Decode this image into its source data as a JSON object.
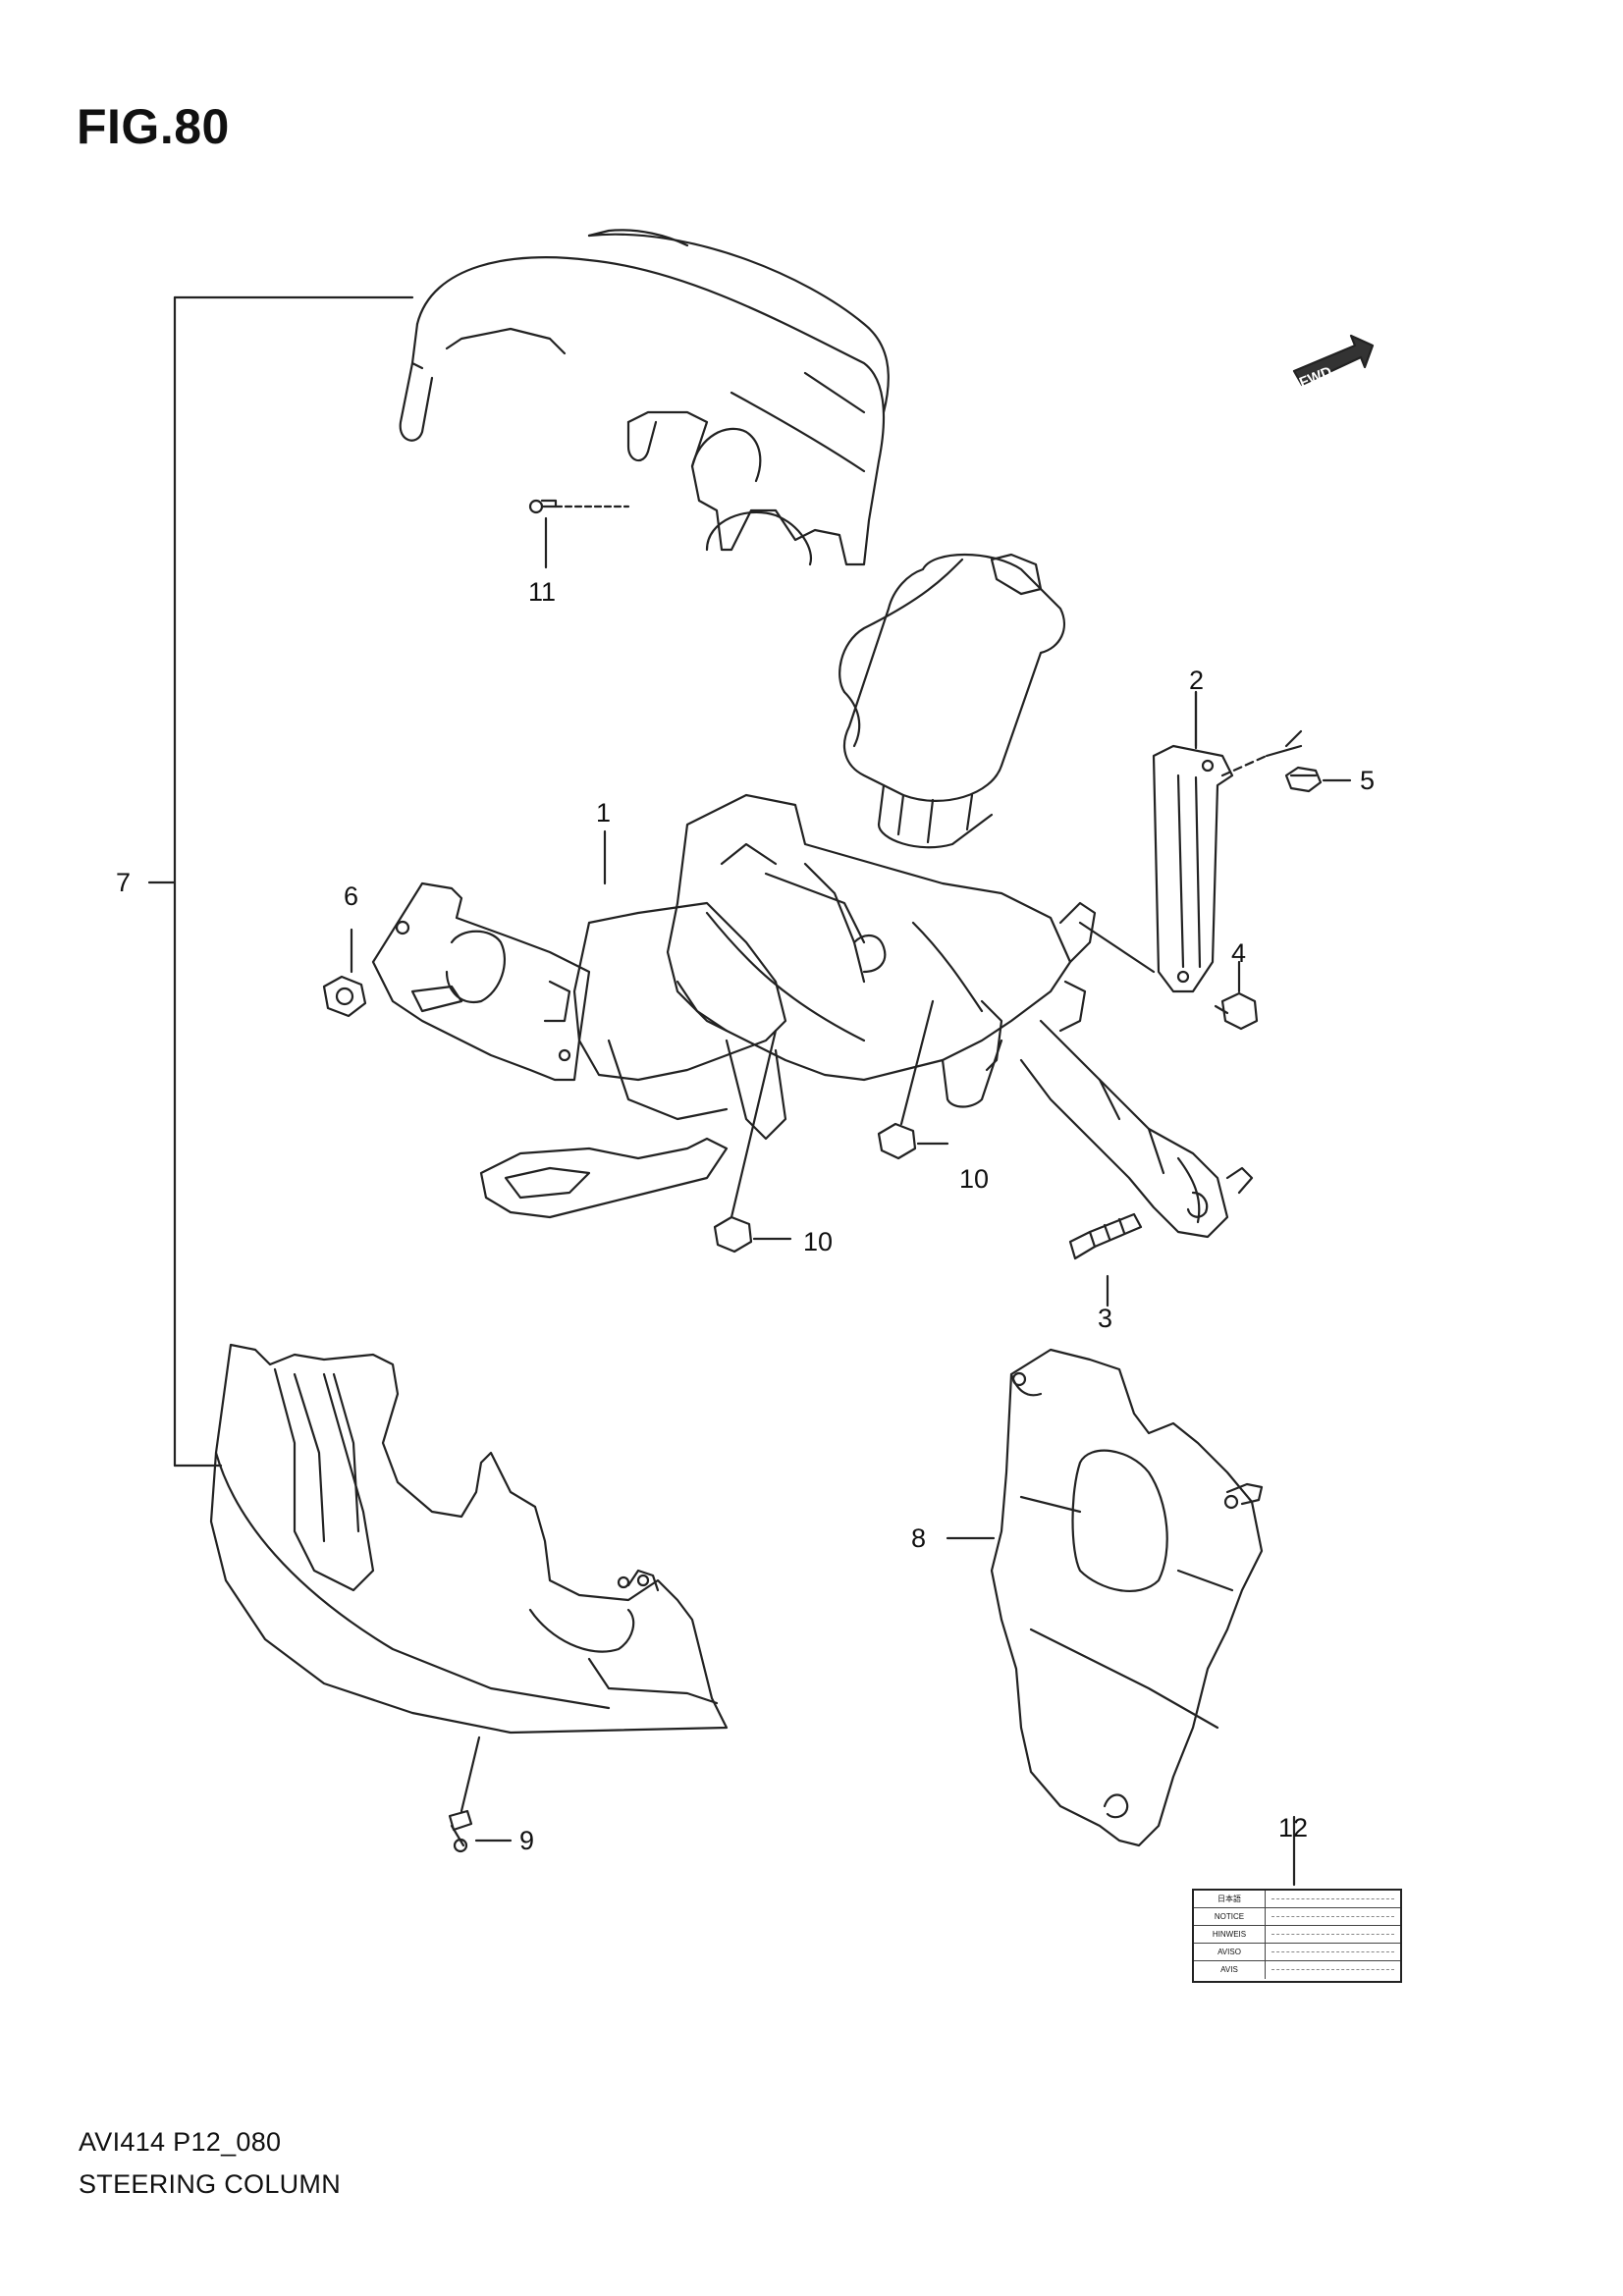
{
  "figure": {
    "title": "FIG.80",
    "direction_badge": "FWD"
  },
  "callouts": [
    {
      "id": "c1",
      "text": "1"
    },
    {
      "id": "c2",
      "text": "2"
    },
    {
      "id": "c3",
      "text": "3"
    },
    {
      "id": "c4",
      "text": "4"
    },
    {
      "id": "c5",
      "text": "5"
    },
    {
      "id": "c6",
      "text": "6"
    },
    {
      "id": "c7",
      "text": "7"
    },
    {
      "id": "c8",
      "text": "8"
    },
    {
      "id": "c9",
      "text": "9"
    },
    {
      "id": "c10a",
      "text": "10"
    },
    {
      "id": "c10b",
      "text": "10"
    },
    {
      "id": "c11",
      "text": "11"
    },
    {
      "id": "c12",
      "text": "12"
    }
  ],
  "label_table": {
    "rows": [
      "日本語",
      "NOTICE",
      "HINWEIS",
      "AVISO",
      "AVIS"
    ]
  },
  "footer": {
    "code": "AVI414 P12_080",
    "caption": "STEERING COLUMN"
  }
}
